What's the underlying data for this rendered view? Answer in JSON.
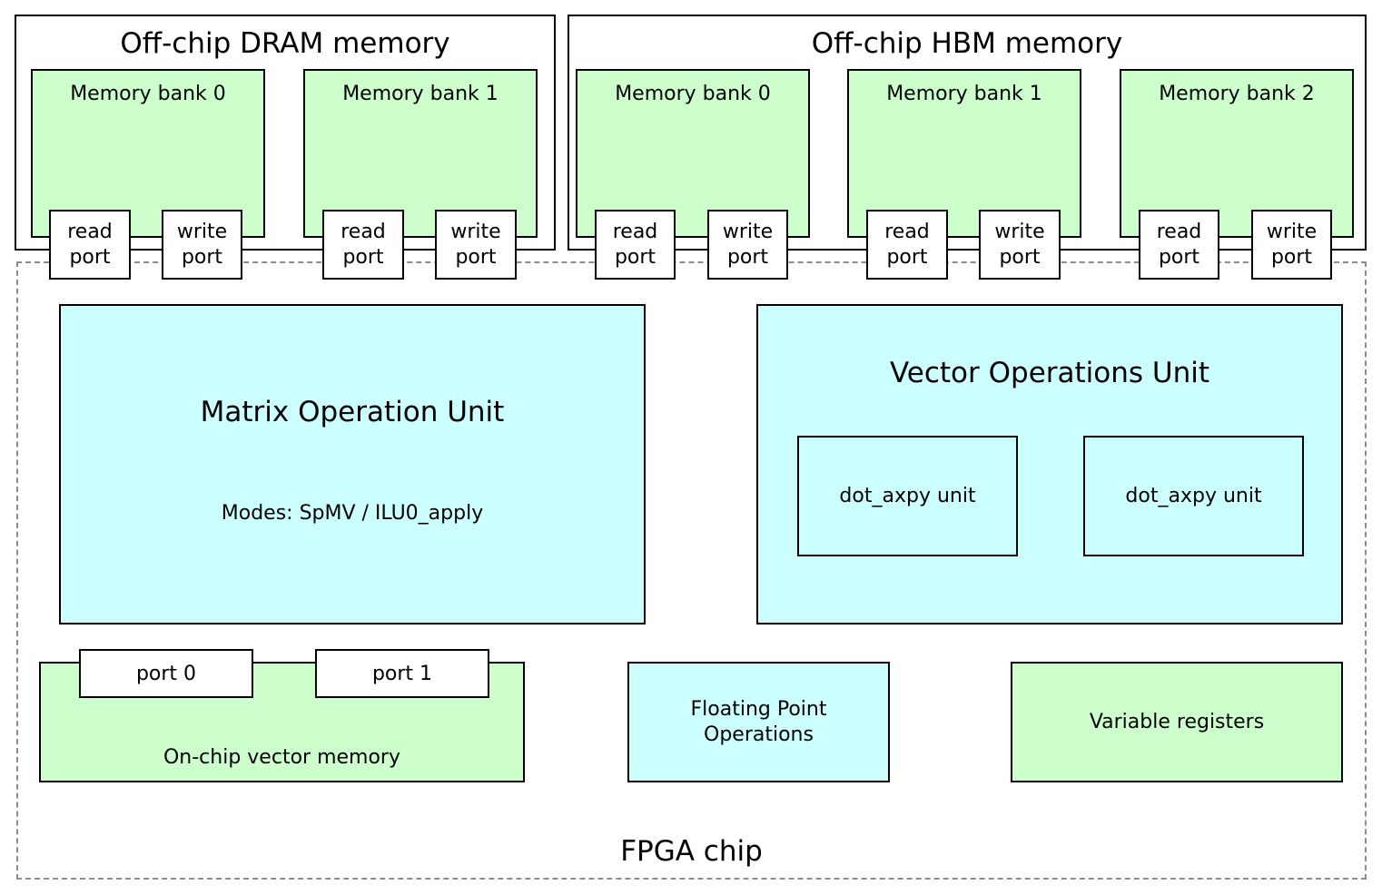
{
  "dram": {
    "title": "Off-chip DRAM memory",
    "banks": [
      {
        "label": "Memory bank 0",
        "read": [
          "read",
          "port"
        ],
        "write": [
          "write",
          "port"
        ]
      },
      {
        "label": "Memory bank 1",
        "read": [
          "read",
          "port"
        ],
        "write": [
          "write",
          "port"
        ]
      }
    ]
  },
  "hbm": {
    "title": "Off-chip HBM memory",
    "banks": [
      {
        "label": "Memory bank 0",
        "read": [
          "read",
          "port"
        ],
        "write": [
          "write",
          "port"
        ]
      },
      {
        "label": "Memory bank 1",
        "read": [
          "read",
          "port"
        ],
        "write": [
          "write",
          "port"
        ]
      },
      {
        "label": "Memory bank 2",
        "read": [
          "read",
          "port"
        ],
        "write": [
          "write",
          "port"
        ]
      }
    ]
  },
  "fpga": {
    "label": "FPGA chip",
    "matrix_unit": {
      "title": "Matrix Operation Unit",
      "modes": "Modes: SpMV / ILU0_apply"
    },
    "vector_unit": {
      "title": "Vector Operations Unit",
      "sub_units": [
        "dot_axpy unit",
        "dot_axpy unit"
      ]
    },
    "vector_memory": {
      "label": "On-chip vector memory",
      "ports": [
        "port 0",
        "port 1"
      ]
    },
    "fp_ops": {
      "line1": "Floating Point",
      "line2": "Operations"
    },
    "var_regs": {
      "label": "Variable registers"
    }
  },
  "colors": {
    "memory": "#ccffcc",
    "compute": "#ccffff",
    "chip_border": "#8c8c8c"
  }
}
